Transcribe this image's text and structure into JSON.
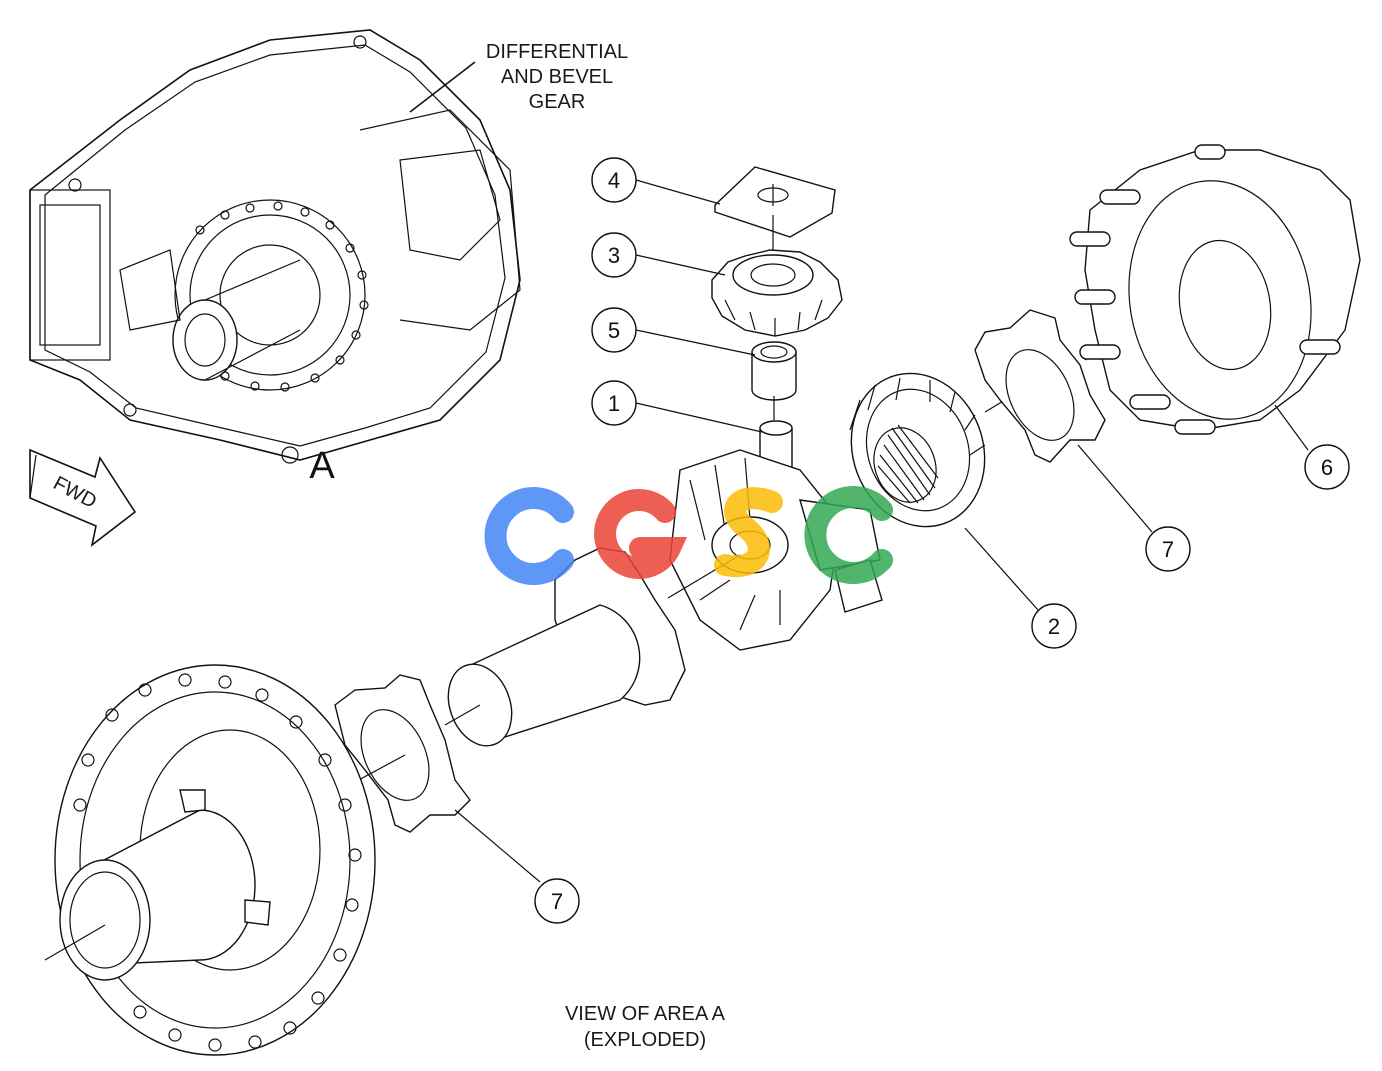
{
  "title_callout": {
    "line1": "DIFFERENTIAL",
    "line2": "AND BEVEL",
    "line3": "GEAR"
  },
  "area_marker": "A",
  "direction_arrow": "FWD",
  "caption": {
    "line1": "VIEW OF AREA A",
    "line2": "(EXPLODED)"
  },
  "callouts": {
    "c1": "1",
    "c2": "2",
    "c3": "3",
    "c4": "4",
    "c5": "5",
    "c6": "6",
    "c7a": "7",
    "c7b": "7"
  },
  "watermark": {
    "text": "CGSC",
    "colors": [
      "#4285f4",
      "#ea4335",
      "#fbbc05",
      "#34a853"
    ]
  }
}
